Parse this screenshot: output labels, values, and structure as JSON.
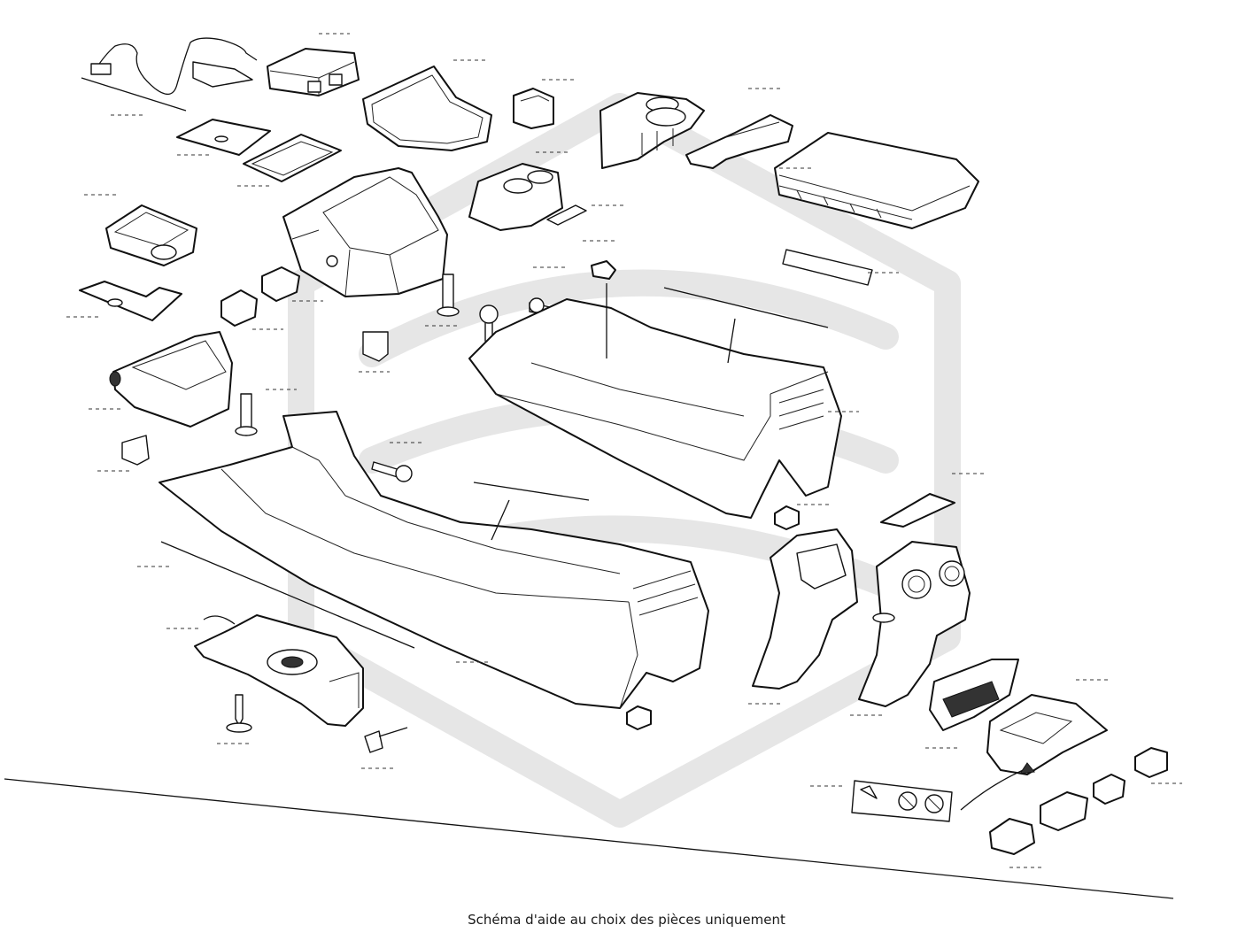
{
  "caption": "Schéma d'aide au choix des pièces uniquement",
  "watermark": {
    "icon": "brand-hexagon-logo",
    "color": "#e6e6e6"
  },
  "diagram": {
    "style": "exploded line drawing",
    "line_color": "#111111",
    "background": "#ffffff"
  },
  "parts": [
    {
      "icon": "usb-cable-harness-icon"
    },
    {
      "icon": "control-module-icon"
    },
    {
      "icon": "trim-frame-icon"
    },
    {
      "icon": "cup-holder-insert-icon"
    },
    {
      "icon": "armrest-hinge-bracket-icon"
    },
    {
      "icon": "armrest-lid-icon"
    },
    {
      "icon": "wireless-charging-tray-icon"
    },
    {
      "icon": "storage-tray-icon"
    },
    {
      "icon": "storage-compartment-icon"
    },
    {
      "icon": "screw-icon"
    },
    {
      "icon": "switch-icon"
    },
    {
      "icon": "center-console-rear-icon"
    },
    {
      "icon": "center-console-front-icon"
    },
    {
      "icon": "nut-icon"
    },
    {
      "icon": "rear-vent-panel-icon"
    },
    {
      "icon": "rear-trim-panel-icon"
    },
    {
      "icon": "ashtray-icon"
    },
    {
      "icon": "warning-label-icon"
    },
    {
      "icon": "shifter-base-icon"
    },
    {
      "icon": "plug-icon"
    }
  ]
}
